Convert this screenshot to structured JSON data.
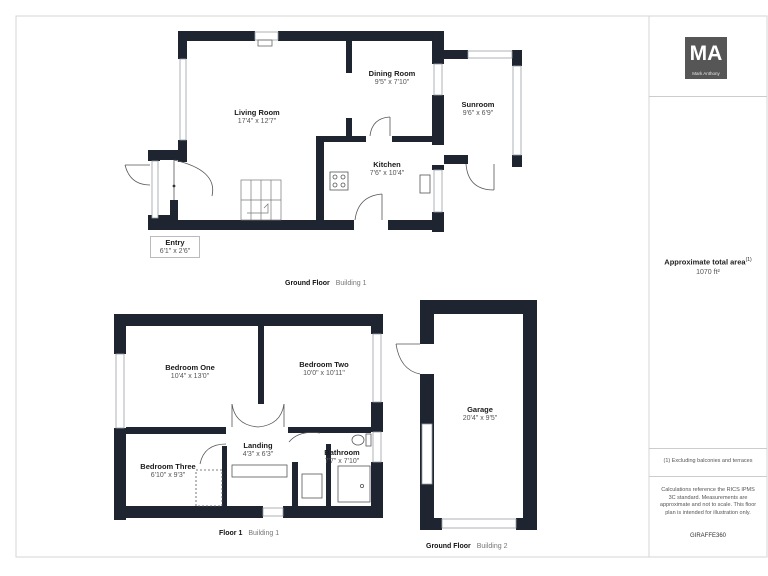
{
  "brand": {
    "logo_text": "MA",
    "logo_sub": "Mark Anthony",
    "accent": "#565656"
  },
  "wall_color": "#1e2530",
  "rooms": {
    "living": {
      "name": "Living Room",
      "dims": "17'4\" x 12'7\""
    },
    "dining": {
      "name": "Dining Room",
      "dims": "9'5\" x 7'10\""
    },
    "sunroom": {
      "name": "Sunroom",
      "dims": "9'6\" x 6'9\""
    },
    "kitchen": {
      "name": "Kitchen",
      "dims": "7'6\" x 10'4\""
    },
    "entry": {
      "name": "Entry",
      "dims": "6'1\" x 2'6\""
    },
    "bed1": {
      "name": "Bedroom One",
      "dims": "10'4\" x 13'0\""
    },
    "bed2": {
      "name": "Bedroom Two",
      "dims": "10'0\" x 10'11\""
    },
    "bed3": {
      "name": "Bedroom Three",
      "dims": "6'10\" x 9'3\""
    },
    "landing": {
      "name": "Landing",
      "dims": "4'3\" x 6'3\""
    },
    "bathroom": {
      "name": "Bathroom",
      "dims": "7'7\" x 7'10\""
    },
    "garage": {
      "name": "Garage",
      "dims": "20'4\" x 9'5\""
    }
  },
  "captions": {
    "ground1": {
      "floor": "Ground Floor",
      "building": "Building 1"
    },
    "floor1": {
      "floor": "Floor 1",
      "building": "Building 1"
    },
    "ground2": {
      "floor": "Ground Floor",
      "building": "Building 2"
    }
  },
  "area": {
    "title": "Approximate total area",
    "sup": "(1)",
    "value": "1070 ft²"
  },
  "notes": {
    "footnote": "(1) Excluding balconies and terraces",
    "disclaimer": "Calculations reference the RICS IPMS 3C standard. Measurements are approximate and not to scale. This floor plan is intended for illustration only.",
    "credit": "GIRAFFE360"
  }
}
